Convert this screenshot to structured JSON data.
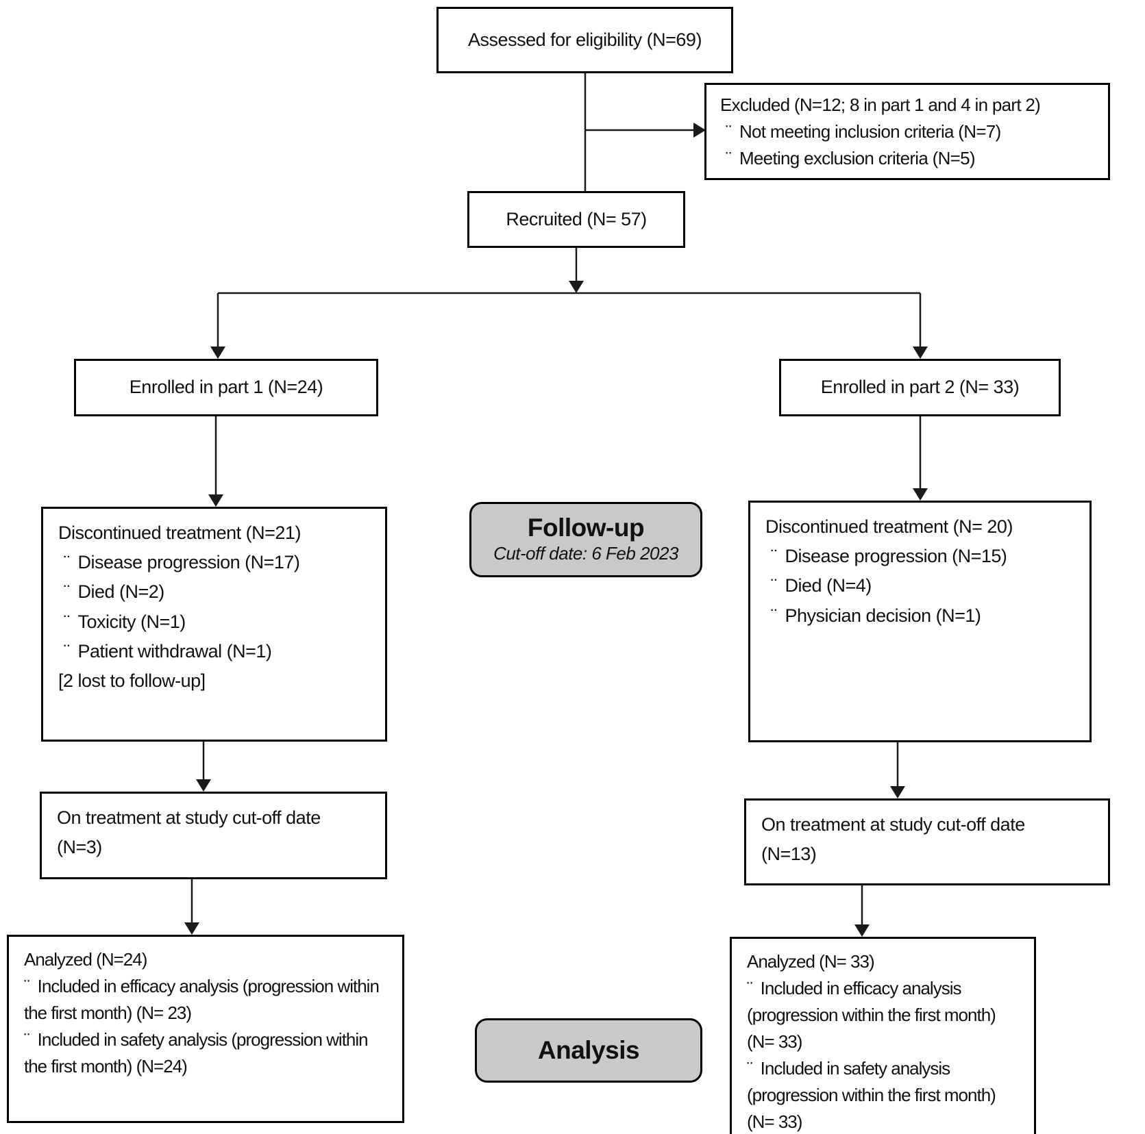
{
  "flow": {
    "bullet": "¨",
    "assessed": {
      "label": "Assessed for eligibility (N=69)"
    },
    "excluded": {
      "title": "Excluded (N=12; 8 in part 1 and 4 in part 2)",
      "items": [
        "Not meeting inclusion criteria (N=7)",
        "Meeting exclusion criteria (N=5)"
      ]
    },
    "recruited": {
      "label": "Recruited (N= 57)"
    },
    "stage_followup": {
      "title": "Follow-up",
      "subtitle": "Cut-off date: 6 Feb 2023"
    },
    "stage_analysis": {
      "title": "Analysis"
    },
    "part1": {
      "enrolled": {
        "label": "Enrolled in part 1 (N=24)"
      },
      "discontinued": {
        "title": "Discontinued treatment (N=21)",
        "items": [
          "Disease progression (N=17)",
          "Died (N=2)",
          "Toxicity (N=1)",
          "Patient withdrawal (N=1)"
        ],
        "note": "[2 lost to follow-up]"
      },
      "on_treatment": {
        "line1": "On treatment at study cut-off date",
        "line2": "(N=3)"
      },
      "analyzed": {
        "title": "Analyzed (N=24)",
        "items": [
          "Included in efficacy analysis (progression within the first month) (N= 23)",
          "Included in safety analysis (progression within the first month) (N=24)"
        ]
      }
    },
    "part2": {
      "enrolled": {
        "label": "Enrolled in part 2 (N= 33)"
      },
      "discontinued": {
        "title": "Discontinued treatment (N= 20)",
        "items": [
          "Disease progression (N=15)",
          "Died (N=4)",
          "Physician decision (N=1)"
        ]
      },
      "on_treatment": {
        "line1": "On treatment at study cut-off date",
        "line2": "(N=13)"
      },
      "analyzed": {
        "title": "Analyzed (N= 33)",
        "items": [
          "Included in efficacy analysis (progression within the first month) (N= 33)",
          "Included in safety analysis (progression within the first month) (N= 33)"
        ]
      }
    }
  },
  "colors": {
    "border": "#000000",
    "stage_fill": "#c9c9c9",
    "background": "#ffffff",
    "text": "#111111"
  }
}
